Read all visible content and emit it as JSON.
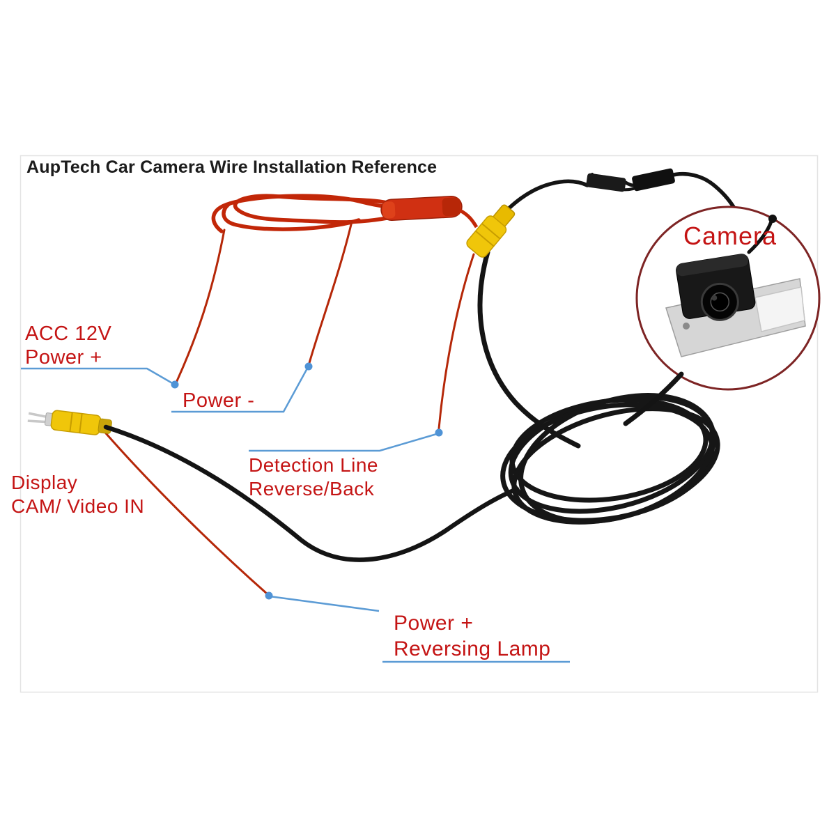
{
  "title": "AupTech Car Camera Wire Installation Reference",
  "labels": {
    "acc_power": {
      "line1": "ACC 12V",
      "line2": "Power +"
    },
    "power_minus": {
      "line1": "Power -"
    },
    "display_video_in": {
      "line1": "Display",
      "line2": "CAM/ Video IN"
    },
    "detection_line": {
      "line1": "Detection Line",
      "line2": "Reverse/Back"
    },
    "reversing_lamp": {
      "line1": "Power +",
      "line2": "Reversing Lamp"
    },
    "camera": {
      "line1": "Camera"
    }
  },
  "colors": {
    "label_red": "#c41414",
    "leader_blue": "#5b9bd5",
    "wire_red": "#c22708",
    "wire_black": "#141414",
    "rca_yellow": "#f0c60a",
    "inline_connector_red": "#d03012",
    "camera_circle_stroke": "#7d2424",
    "photo_frame": "#e3e3e3",
    "title_color": "#1c1c1c"
  }
}
